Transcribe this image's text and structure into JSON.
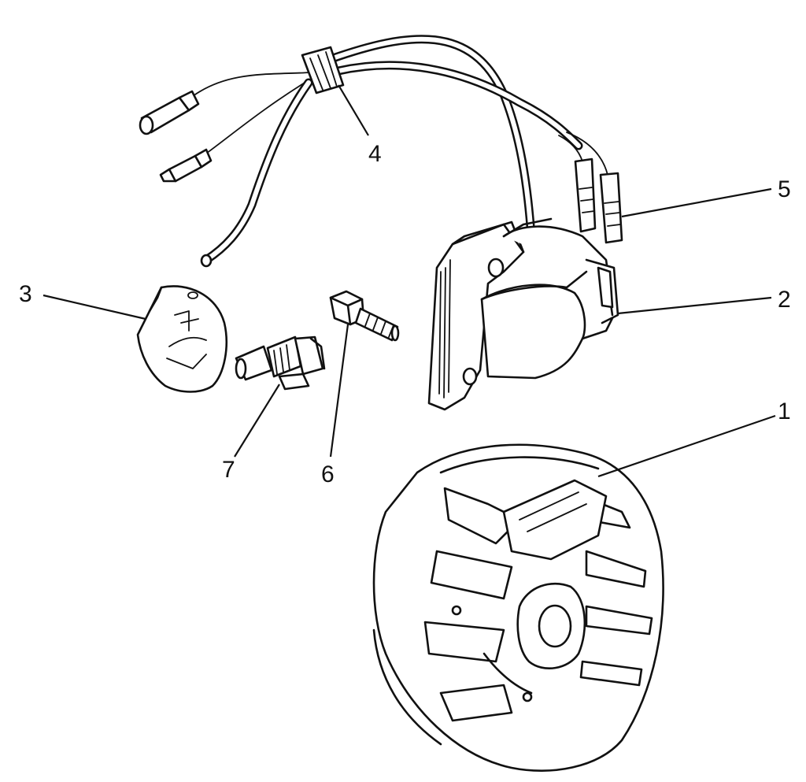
{
  "diagram": {
    "callouts": [
      {
        "id": "1",
        "text": "1"
      },
      {
        "id": "2",
        "text": "2"
      },
      {
        "id": "3",
        "text": "3"
      },
      {
        "id": "4",
        "text": "4"
      },
      {
        "id": "5",
        "text": "5"
      },
      {
        "id": "6",
        "text": "6"
      },
      {
        "id": "7",
        "text": "7"
      }
    ],
    "parts": [
      {
        "callout": "1",
        "icon": "flywheel-icon"
      },
      {
        "callout": "2",
        "icon": "ignition-coil-icon"
      },
      {
        "callout": "3",
        "icon": "spark-plug-cap-icon"
      },
      {
        "callout": "4",
        "icon": "wire-grommet-icon"
      },
      {
        "callout": "5",
        "icon": "terminal-connectors-icon"
      },
      {
        "callout": "6",
        "icon": "bolt-icon"
      },
      {
        "callout": "7",
        "icon": "spark-plug-icon"
      }
    ],
    "colors": {
      "highlight": "#F5B400",
      "line": "#111111",
      "background": "#FFFFFF"
    }
  }
}
